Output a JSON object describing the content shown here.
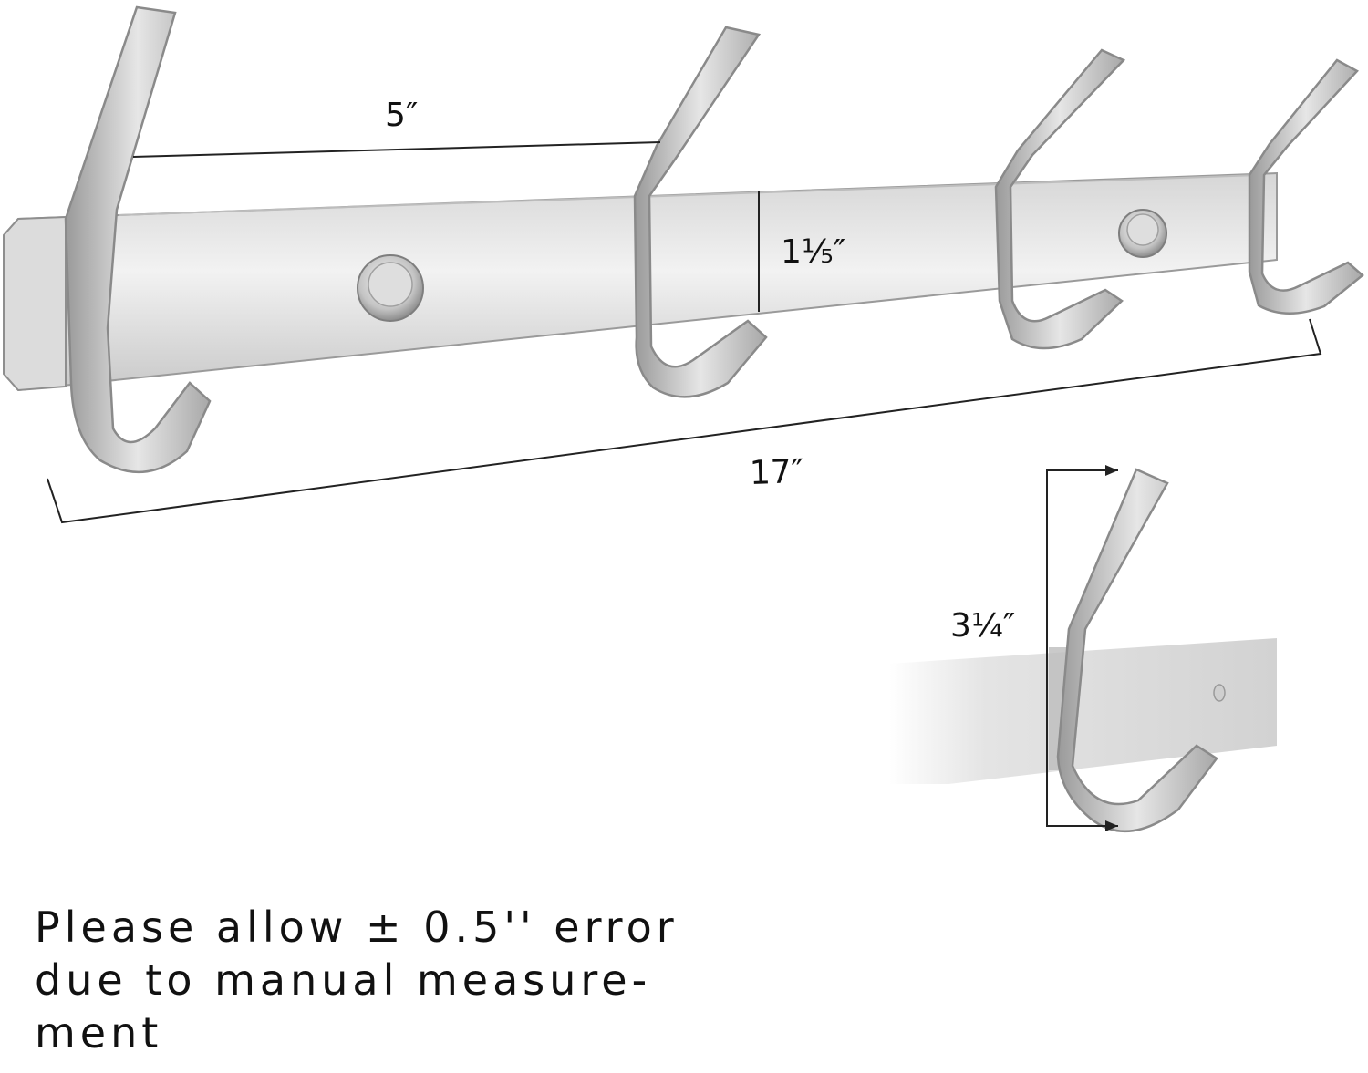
{
  "dimensions": {
    "hook_spacing": "5″",
    "rail_height": "1¹⁄₅″",
    "total_length": "17″",
    "hook_height": "3¼″"
  },
  "note": {
    "line1": "Please allow ± 0.5'' error",
    "line2": "due to manual measure-",
    "line3": "ment"
  },
  "colors": {
    "steel_light": "#eeeeee",
    "steel_mid": "#c8c8c8",
    "steel_dark": "#8e8e8e",
    "line": "#222222"
  }
}
